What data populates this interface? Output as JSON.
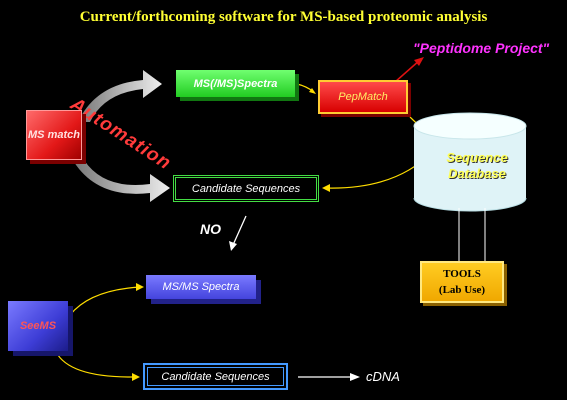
{
  "title": "Current/forthcoming software for MS-based proteomic analysis",
  "nodes": {
    "ms_match": "MS match",
    "ms_ms_spectra_top": "MS(/MS)Spectra",
    "pepmatch": "PepMatch",
    "peptidome": "\"Peptidome Project\"",
    "candidate_sequences_1": "Candidate Sequences",
    "sequence_database_line1": "Sequence",
    "sequence_database_line2": "Database",
    "tools_line1": "TOOLS",
    "tools_line2": "(Lab Use)",
    "ms_ms_spectra_bottom": "MS/MS Spectra",
    "seems": "SeeMS",
    "candidate_sequences_2": "Candidate Sequences",
    "cdna": "cDNA"
  },
  "labels": {
    "automation": "Automation",
    "no": "NO"
  },
  "colors": {
    "background": "#000000",
    "title": "#ffff33",
    "automation": "#ff3b3b",
    "peptidome": "#ff33ff",
    "link_yellow": "#ffdd00",
    "link_white": "#ffffff",
    "arrow_gray": "#bbbbbb"
  }
}
